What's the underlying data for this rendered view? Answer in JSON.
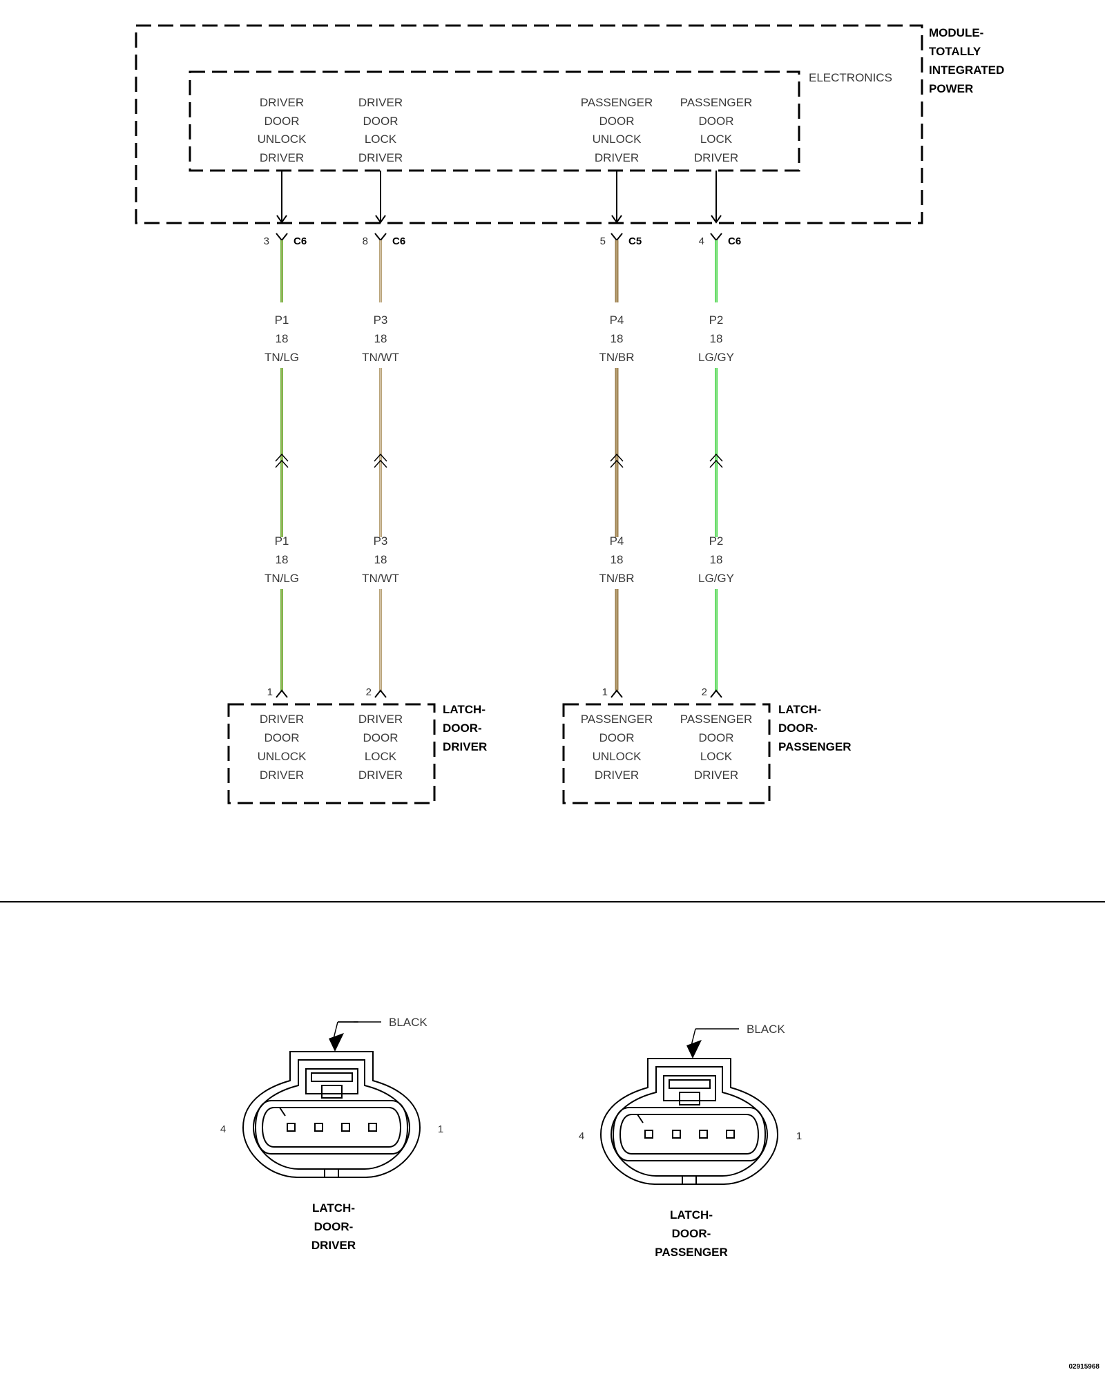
{
  "module": {
    "name_lines": [
      "MODULE-",
      "TOTALLY",
      "INTEGRATED",
      "POWER"
    ],
    "electronics_label": "ELECTRONICS",
    "drivers": [
      {
        "lines": [
          "DRIVER",
          "DOOR",
          "UNLOCK",
          "DRIVER"
        ]
      },
      {
        "lines": [
          "DRIVER",
          "DOOR",
          "LOCK",
          "DRIVER"
        ]
      },
      {
        "lines": [
          "PASSENGER",
          "DOOR",
          "UNLOCK",
          "DRIVER"
        ]
      },
      {
        "lines": [
          "PASSENGER",
          "DOOR",
          "LOCK",
          "DRIVER"
        ]
      }
    ]
  },
  "circuits": [
    {
      "module_pin": "3",
      "module_connector": "C6",
      "circuit": "P1",
      "gauge": "18",
      "color_code": "TN/LG",
      "color": "#6fbf3c",
      "latch_pin": "1"
    },
    {
      "module_pin": "8",
      "module_connector": "C6",
      "circuit": "P3",
      "gauge": "18",
      "color_code": "TN/WT",
      "color": "#b9a47a",
      "latch_pin": "2"
    },
    {
      "module_pin": "5",
      "module_connector": "C5",
      "circuit": "P4",
      "gauge": "18",
      "color_code": "TN/BR",
      "color": "#9b7f4e",
      "latch_pin": "1"
    },
    {
      "module_pin": "4",
      "module_connector": "C6",
      "circuit": "P2",
      "gauge": "18",
      "color_code": "LG/GY",
      "color": "#3fe03f",
      "latch_pin": "2"
    }
  ],
  "latches": [
    {
      "name_lines": [
        "LATCH-",
        "DOOR-",
        "DRIVER"
      ],
      "functions": [
        {
          "lines": [
            "DRIVER",
            "DOOR",
            "UNLOCK",
            "DRIVER"
          ]
        },
        {
          "lines": [
            "DRIVER",
            "DOOR",
            "LOCK",
            "DRIVER"
          ]
        }
      ]
    },
    {
      "name_lines": [
        "LATCH-",
        "DOOR-",
        "PASSENGER"
      ],
      "functions": [
        {
          "lines": [
            "PASSENGER",
            "DOOR",
            "UNLOCK",
            "DRIVER"
          ]
        },
        {
          "lines": [
            "PASSENGER",
            "DOOR",
            "LOCK",
            "DRIVER"
          ]
        }
      ]
    }
  ],
  "connector_views": [
    {
      "color_label": "BLACK",
      "pin_left": "4",
      "pin_right": "1",
      "name_lines": [
        "LATCH-",
        "DOOR-",
        "DRIVER"
      ]
    },
    {
      "color_label": "BLACK",
      "pin_left": "4",
      "pin_right": "1",
      "name_lines": [
        "LATCH-",
        "DOOR-",
        "PASSENGER"
      ]
    }
  ],
  "figure_code": "02915968"
}
